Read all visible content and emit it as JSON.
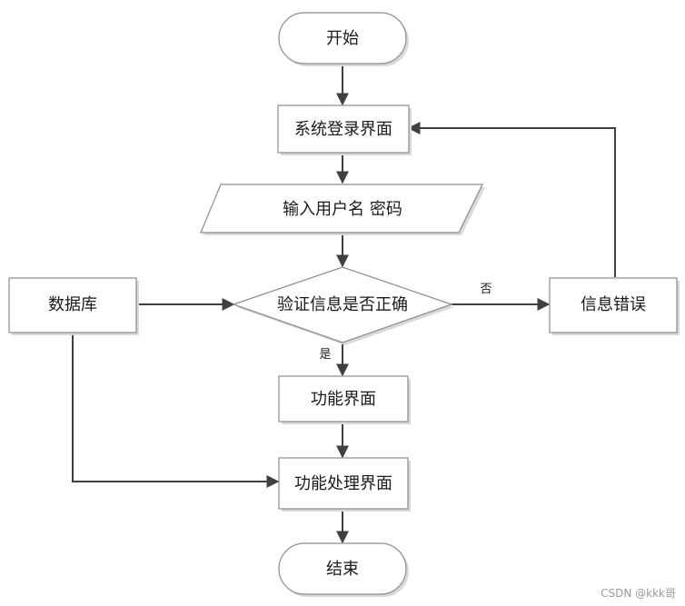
{
  "nodes": {
    "start": "开始",
    "login": "系统登录界面",
    "input": "输入用户名 密码",
    "verify": "验证信息是否正确",
    "database": "数据库",
    "error": "信息错误",
    "function": "功能界面",
    "process": "功能处理界面",
    "end": "结束"
  },
  "edges": {
    "no": "否",
    "yes": "是"
  },
  "watermark": "CSDN @kkk哥"
}
